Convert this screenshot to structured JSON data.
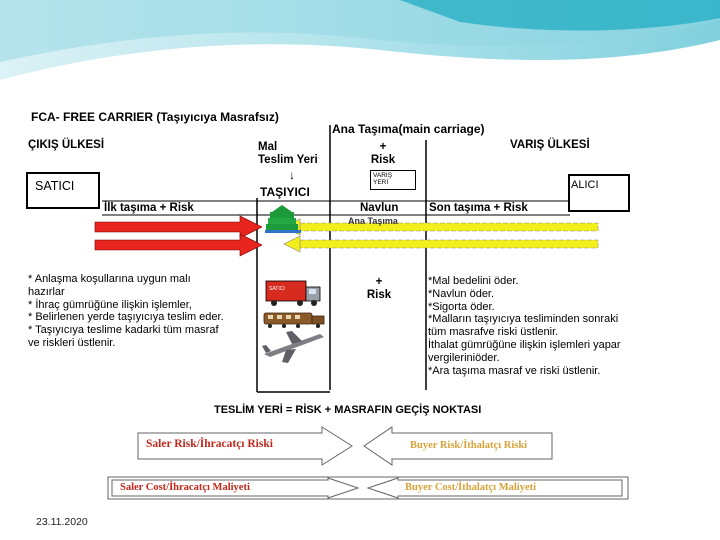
{
  "title": "FCA- FREE CARRIER (Taşıyıcıya Masrafsız)",
  "main_carriage": "Ana Taşıma(main carriage)",
  "export_country": "ÇIKIŞ ÜLKESİ",
  "destination_country": "VARIŞ ÜLKESİ",
  "delivery_place": "Mal\nTeslim Yeri",
  "down_arrow": "↓",
  "plus_risk_top": "+\nRisk",
  "arrival_place": "VARIŞ\nYERİ",
  "seller": "SATICI",
  "buyer": "ALICI",
  "carrier": "TAŞIYICI",
  "pre_carriage": "İlk taşıma + Risk",
  "freight": "Navlun",
  "main_carriage_small": "Ana Taşıma",
  "on_carriage": "Son taşıma + Risk",
  "plus_risk_mid": "+\nRisk",
  "seller_duties": "* Anlaşma koşullarına uygun malı hazırlar\n* İhraç gümrüğüne ilişkin işlemler,\n* Belirlenen yerde taşıyıcıya teslim eder.\n* Taşıyıcıya teslime kadarki tüm masraf ve riskleri üstlenir.",
  "buyer_duties": "*Mal bedelini öder.\n*Navlun öder.\n*Sigorta öder.\n*Malların taşıyıcıya tesliminden sonraki\n tüm masrafve riski üstlenir.\nİthalat gümrüğüne ilişkin işlemleri yapar\nvergileriniöder.\n*Ara taşıma masraf ve riski üstlenir.",
  "truck_label": "SATICI",
  "transfer_point": "TESLİM YERİ = RİSK + MASRAFIN GEÇİŞ NOKTASI",
  "seller_risk": "Saler Risk/İhracatçı Riski",
  "buyer_risk": "Buyer Risk/İthalatçı Riski",
  "seller_cost": "Saler Cost/İhracatçı Maliyeti",
  "buyer_cost": "Buyer Cost/İthalatçı Maliyeti",
  "date": "23.11.2020",
  "colors": {
    "wave": "#27b3c8",
    "red_arrow": "#e8251f",
    "yellow_arrow": "#f2ef1a",
    "green": "#1d9a3a"
  }
}
